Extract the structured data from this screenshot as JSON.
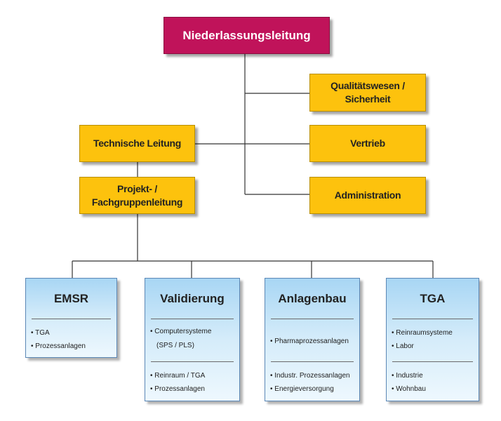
{
  "top": {
    "label": "Niederlassungsleitung"
  },
  "staff": {
    "quality": [
      "Qualitätswesen /",
      "Sicherheit"
    ],
    "sales": "Vertrieb",
    "admin": "Administration"
  },
  "technical": {
    "lead": "Technische Leitung",
    "project": [
      "Projekt- /",
      "Fachgruppenleitung"
    ]
  },
  "departments": [
    {
      "title": "EMSR",
      "groups": [
        [
          "TGA",
          "Prozessanlagen"
        ]
      ]
    },
    {
      "title": "Validierung",
      "groups": [
        [
          "Computersysteme",
          "(SPS / PLS)"
        ],
        [
          "Reinraum  / TGA",
          "Prozessanlagen"
        ]
      ]
    },
    {
      "title": "Anlagenbau",
      "groups": [
        [
          "Pharmaprozessanlagen"
        ],
        [
          "Industr. Prozessanlagen",
          "Energieversorgung"
        ]
      ]
    },
    {
      "title": "TGA",
      "groups": [
        [
          "Reinraumsysteme",
          "Labor"
        ],
        [
          "Industrie",
          "Wohnbau"
        ]
      ]
    }
  ]
}
